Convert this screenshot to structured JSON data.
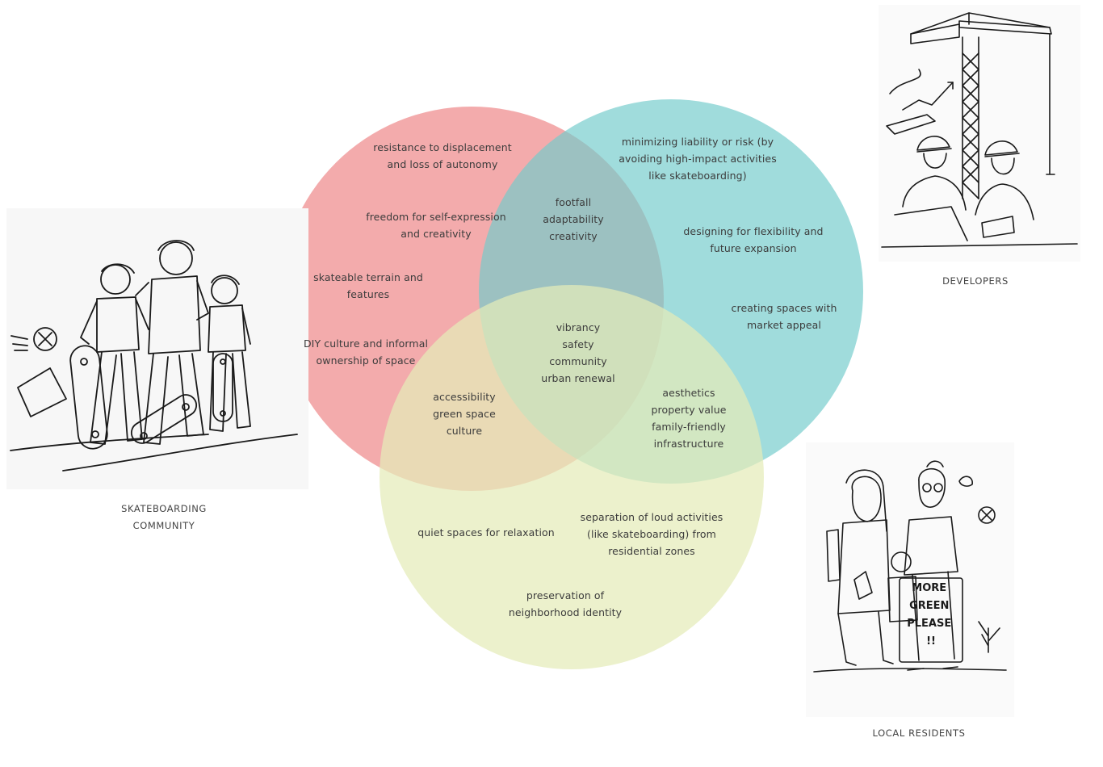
{
  "colors": {
    "skateboarding": "#ee8a8c",
    "developers": "#73cbcb",
    "residents": "#e4ecb9",
    "background": "#ffffff"
  },
  "groups": {
    "skateboarding": {
      "caption": "SKATEBOARDING\nCOMMUNITY",
      "icon": "skaters-sketch-icon"
    },
    "developers": {
      "caption": "DEVELOPERS",
      "icon": "construction-workers-sketch-icon"
    },
    "residents": {
      "caption": "LOCAL RESIDENTS",
      "icon": "residents-protest-sketch-icon",
      "sign_text": "MORE\nGREEN\nPLEASE\n!!"
    }
  },
  "regions": {
    "skate_only": [
      "resistance to displacement\nand loss of autonomy",
      "freedom for self-expression\nand creativity",
      "skateable terrain and\nfeatures",
      "DIY culture and informal\nownership of space"
    ],
    "dev_only": [
      "minimizing liability or risk (by\navoiding high-impact activities\nlike skateboarding)",
      "designing for flexibility and\nfuture expansion",
      "creating spaces with\nmarket appeal"
    ],
    "res_only": [
      "quiet spaces for relaxation",
      "separation of loud activities\n(like skateboarding) from\nresidential zones",
      "preservation of\nneighborhood identity"
    ],
    "skate_dev": "footfall\nadaptability\ncreativity",
    "skate_res": "accessibility\ngreen space\nculture",
    "dev_res": "aesthetics\nproperty value\nfamily-friendly\ninfrastructure",
    "all_three": "vibrancy\nsafety\ncommunity\nurban renewal"
  }
}
